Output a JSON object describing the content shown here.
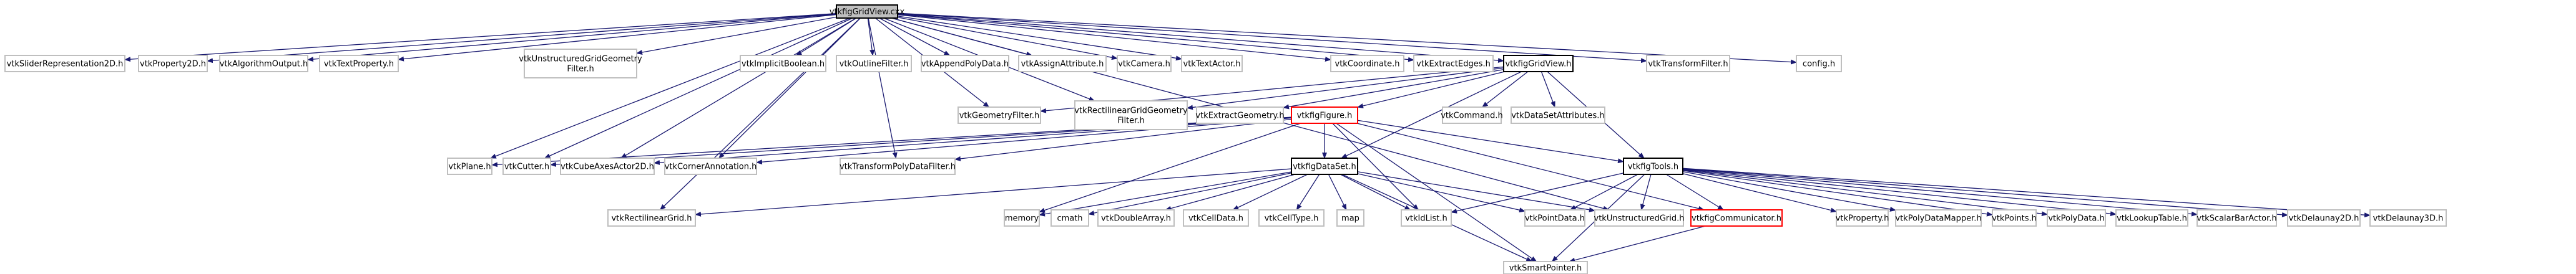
{
  "diagram": {
    "nodes": [
      {
        "id": "root",
        "label": [
          "vtkfigGridView.cxx"
        ],
        "style": "root"
      },
      {
        "id": "sliderRep",
        "label": [
          "vtkSliderRepresentation2D.h"
        ]
      },
      {
        "id": "property2d",
        "label": [
          "vtkProperty2D.h"
        ]
      },
      {
        "id": "algoOut",
        "label": [
          "vtkAlgorithmOutput.h"
        ]
      },
      {
        "id": "textProp",
        "label": [
          "vtkTextProperty.h"
        ]
      },
      {
        "id": "ugridGeom",
        "label": [
          "vtkUnstructuredGridGeometry",
          "Filter.h"
        ]
      },
      {
        "id": "implBool",
        "label": [
          "vtkImplicitBoolean.h"
        ]
      },
      {
        "id": "outline",
        "label": [
          "vtkOutlineFilter.h"
        ]
      },
      {
        "id": "appendPoly",
        "label": [
          "vtkAppendPolyData.h"
        ]
      },
      {
        "id": "assignAttr",
        "label": [
          "vtkAssignAttribute.h"
        ]
      },
      {
        "id": "camera",
        "label": [
          "vtkCamera.h"
        ]
      },
      {
        "id": "textActor",
        "label": [
          "vtkTextActor.h"
        ]
      },
      {
        "id": "coordinate",
        "label": [
          "vtkCoordinate.h"
        ]
      },
      {
        "id": "extractEdges",
        "label": [
          "vtkExtractEdges.h"
        ]
      },
      {
        "id": "gridViewH",
        "label": [
          "vtkfigGridView.h"
        ],
        "style": "dark"
      },
      {
        "id": "transformFilter",
        "label": [
          "vtkTransformFilter.h"
        ]
      },
      {
        "id": "config",
        "label": [
          "config.h"
        ]
      },
      {
        "id": "geomFilter",
        "label": [
          "vtkGeometryFilter.h"
        ]
      },
      {
        "id": "rectGeom",
        "label": [
          "vtkRectilinearGridGeometry",
          "Filter.h"
        ]
      },
      {
        "id": "extractGeom",
        "label": [
          "vtkExtractGeometry.h"
        ]
      },
      {
        "id": "figFigure",
        "label": [
          "vtkfigFigure.h"
        ],
        "style": "red"
      },
      {
        "id": "command",
        "label": [
          "vtkCommand.h"
        ]
      },
      {
        "id": "dsAttr",
        "label": [
          "vtkDataSetAttributes.h"
        ]
      },
      {
        "id": "plane",
        "label": [
          "vtkPlane.h"
        ]
      },
      {
        "id": "cutter",
        "label": [
          "vtkCutter.h"
        ]
      },
      {
        "id": "cubeAxes",
        "label": [
          "vtkCubeAxesActor2D.h"
        ]
      },
      {
        "id": "cornerAnn",
        "label": [
          "vtkCornerAnnotation.h"
        ]
      },
      {
        "id": "transPoly",
        "label": [
          "vtkTransformPolyDataFilter.h"
        ]
      },
      {
        "id": "figDataSet",
        "label": [
          "vtkfigDataSet.h"
        ],
        "style": "dark"
      },
      {
        "id": "figTools",
        "label": [
          "vtkfigTools.h"
        ],
        "style": "dark"
      },
      {
        "id": "rectGrid",
        "label": [
          "vtkRectilinearGrid.h"
        ]
      },
      {
        "id": "memory",
        "label": [
          "memory"
        ]
      },
      {
        "id": "cmath",
        "label": [
          "cmath"
        ]
      },
      {
        "id": "doubleArray",
        "label": [
          "vtkDoubleArray.h"
        ]
      },
      {
        "id": "cellData",
        "label": [
          "vtkCellData.h"
        ]
      },
      {
        "id": "cellType",
        "label": [
          "vtkCellType.h"
        ]
      },
      {
        "id": "map",
        "label": [
          "map"
        ]
      },
      {
        "id": "idList",
        "label": [
          "vtkIdList.h"
        ]
      },
      {
        "id": "pointData",
        "label": [
          "vtkPointData.h"
        ]
      },
      {
        "id": "ugrid",
        "label": [
          "vtkUnstructuredGrid.h"
        ]
      },
      {
        "id": "communicator",
        "label": [
          "vtkfigCommunicator.h"
        ],
        "style": "red"
      },
      {
        "id": "property",
        "label": [
          "vtkProperty.h"
        ]
      },
      {
        "id": "polyMapper",
        "label": [
          "vtkPolyDataMapper.h"
        ]
      },
      {
        "id": "points",
        "label": [
          "vtkPoints.h"
        ]
      },
      {
        "id": "polyData",
        "label": [
          "vtkPolyData.h"
        ]
      },
      {
        "id": "lookupTable",
        "label": [
          "vtkLookupTable.h"
        ]
      },
      {
        "id": "scalarBar",
        "label": [
          "vtkScalarBarActor.h"
        ]
      },
      {
        "id": "delaunay2d",
        "label": [
          "vtkDelaunay2D.h"
        ]
      },
      {
        "id": "delaunay3d",
        "label": [
          "vtkDelaunay3D.h"
        ]
      },
      {
        "id": "smartPtr",
        "label": [
          "vtkSmartPointer.h"
        ]
      }
    ],
    "edges": [
      [
        "root",
        "sliderRep"
      ],
      [
        "root",
        "property2d"
      ],
      [
        "root",
        "algoOut"
      ],
      [
        "root",
        "textProp"
      ],
      [
        "root",
        "ugridGeom"
      ],
      [
        "root",
        "implBool"
      ],
      [
        "root",
        "outline"
      ],
      [
        "root",
        "appendPoly"
      ],
      [
        "root",
        "assignAttr"
      ],
      [
        "root",
        "camera"
      ],
      [
        "root",
        "textActor"
      ],
      [
        "root",
        "coordinate"
      ],
      [
        "root",
        "extractEdges"
      ],
      [
        "root",
        "gridViewH"
      ],
      [
        "root",
        "transformFilter"
      ],
      [
        "root",
        "config"
      ],
      [
        "root",
        "geomFilter"
      ],
      [
        "root",
        "rectGeom"
      ],
      [
        "root",
        "plane"
      ],
      [
        "root",
        "cutter"
      ],
      [
        "root",
        "cubeAxes"
      ],
      [
        "root",
        "cornerAnn"
      ],
      [
        "root",
        "transPoly"
      ],
      [
        "root",
        "rectGrid"
      ],
      [
        "root",
        "ugrid"
      ],
      [
        "gridViewH",
        "geomFilter"
      ],
      [
        "gridViewH",
        "rectGeom"
      ],
      [
        "gridViewH",
        "extractGeom"
      ],
      [
        "gridViewH",
        "figFigure"
      ],
      [
        "gridViewH",
        "command"
      ],
      [
        "gridViewH",
        "dsAttr"
      ],
      [
        "gridViewH",
        "figDataSet"
      ],
      [
        "gridViewH",
        "figTools"
      ],
      [
        "figFigure",
        "plane"
      ],
      [
        "figFigure",
        "cutter"
      ],
      [
        "figFigure",
        "cubeAxes"
      ],
      [
        "figFigure",
        "cornerAnn"
      ],
      [
        "figFigure",
        "transPoly"
      ],
      [
        "figFigure",
        "figDataSet"
      ],
      [
        "figFigure",
        "figTools"
      ],
      [
        "figFigure",
        "memory"
      ],
      [
        "figFigure",
        "idList"
      ],
      [
        "figFigure",
        "communicator"
      ],
      [
        "figFigure",
        "smartPtr"
      ],
      [
        "figDataSet",
        "rectGrid"
      ],
      [
        "figDataSet",
        "memory"
      ],
      [
        "figDataSet",
        "cmath"
      ],
      [
        "figDataSet",
        "doubleArray"
      ],
      [
        "figDataSet",
        "cellData"
      ],
      [
        "figDataSet",
        "cellType"
      ],
      [
        "figDataSet",
        "map"
      ],
      [
        "figDataSet",
        "idList"
      ],
      [
        "figDataSet",
        "pointData"
      ],
      [
        "figDataSet",
        "ugrid"
      ],
      [
        "figDataSet",
        "smartPtr"
      ],
      [
        "figTools",
        "idList"
      ],
      [
        "figTools",
        "pointData"
      ],
      [
        "figTools",
        "ugrid"
      ],
      [
        "figTools",
        "communicator"
      ],
      [
        "figTools",
        "property"
      ],
      [
        "figTools",
        "polyMapper"
      ],
      [
        "figTools",
        "points"
      ],
      [
        "figTools",
        "polyData"
      ],
      [
        "figTools",
        "lookupTable"
      ],
      [
        "figTools",
        "scalarBar"
      ],
      [
        "figTools",
        "delaunay2d"
      ],
      [
        "figTools",
        "delaunay3d"
      ],
      [
        "figTools",
        "smartPtr"
      ],
      [
        "communicator",
        "smartPtr"
      ]
    ]
  },
  "colors": {
    "edge": "#191970",
    "node_border": "#bfbfbf",
    "root_fill": "#bfbfbf",
    "highlight_border": "#ff0000"
  }
}
